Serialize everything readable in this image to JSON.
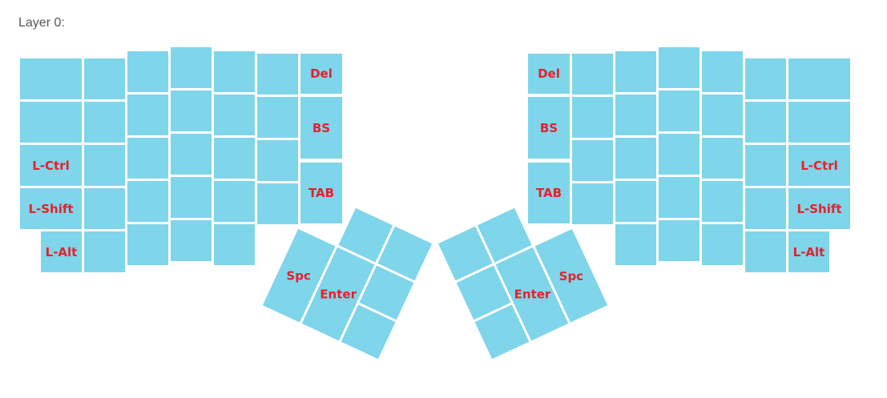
{
  "title": "Layer 0:",
  "colors": {
    "key": "#7fd5ea",
    "label": "#e8202a"
  },
  "left": {
    "l_ctrl": "L-Ctrl",
    "l_shift": "L-Shift",
    "l_alt": "L-Alt",
    "del": "Del",
    "bs": "BS",
    "tab": "TAB",
    "spc": "Spc",
    "enter": "Enter"
  },
  "right": {
    "l_ctrl": "L-Ctrl",
    "l_shift": "L-Shift",
    "l_alt": "L-Alt",
    "del": "Del",
    "bs": "BS",
    "tab": "TAB",
    "spc": "Spc",
    "enter": "Enter"
  }
}
